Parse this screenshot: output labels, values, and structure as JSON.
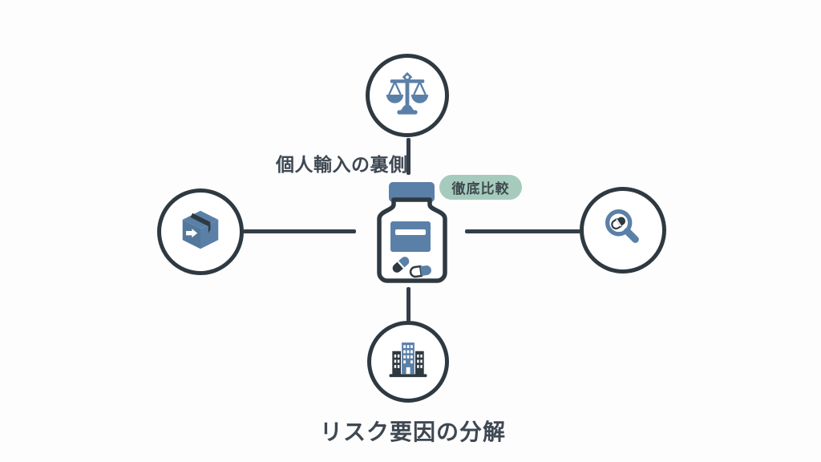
{
  "labels": {
    "title": "個人輸入の裏側",
    "badge": "徹底比較",
    "bottom": "リスク要因の分解"
  },
  "icons": {
    "top": "balance-scale-icon",
    "left": "package-box-icon",
    "center": "medicine-bottle-icon",
    "right": "magnifier-pill-icon",
    "bottom": "office-buildings-icon"
  },
  "colors": {
    "outline_dark": "#2e3941",
    "connector_dark": "#333e48",
    "icon_blue": "#5b80a8",
    "badge_green": "#a6cbbd",
    "text_dark": "#3e4852",
    "background": "#fdfdfd"
  }
}
